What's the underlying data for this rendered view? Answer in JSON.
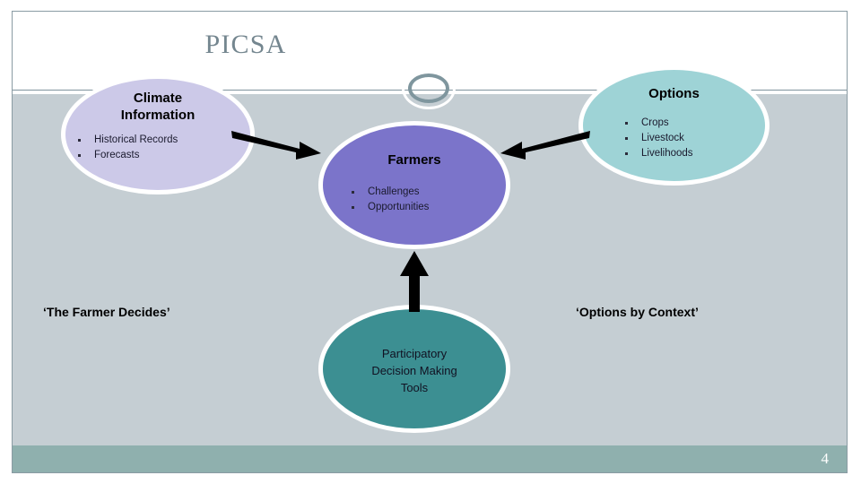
{
  "slide": {
    "title": "PICSA",
    "page_number": "4",
    "colors": {
      "title_text": "#74868f",
      "divider": "#7f949d",
      "body_background": "#c5ced3",
      "footer_bar": "#8fb0ae",
      "ring": "#7f969e",
      "climate_fill": "#ccc9e8",
      "farmers_fill": "#7b74ca",
      "options_fill": "#9ed3d6",
      "tools_fill": "#3c8f92",
      "arrow": "#000000"
    }
  },
  "diagram": {
    "nodes": {
      "climate": {
        "heading_line1": "Climate",
        "heading_line2": "Information",
        "bullets": [
          "Historical Records",
          "Forecasts"
        ]
      },
      "farmers": {
        "heading": "Farmers",
        "bullets": [
          "Challenges",
          "Opportunities"
        ]
      },
      "options": {
        "heading": "Options",
        "bullets": [
          "Crops",
          "Livestock",
          "Livelihoods"
        ]
      },
      "tools": {
        "line1": "Participatory",
        "line2": "Decision Making",
        "line3": "Tools"
      }
    },
    "captions": {
      "left": "‘The Farmer Decides’",
      "right": "‘Options by Context’"
    },
    "arrows": [
      {
        "name": "climate-to-farmers",
        "direction": "right"
      },
      {
        "name": "options-to-farmers",
        "direction": "left"
      },
      {
        "name": "tools-to-farmers",
        "direction": "up"
      }
    ]
  }
}
